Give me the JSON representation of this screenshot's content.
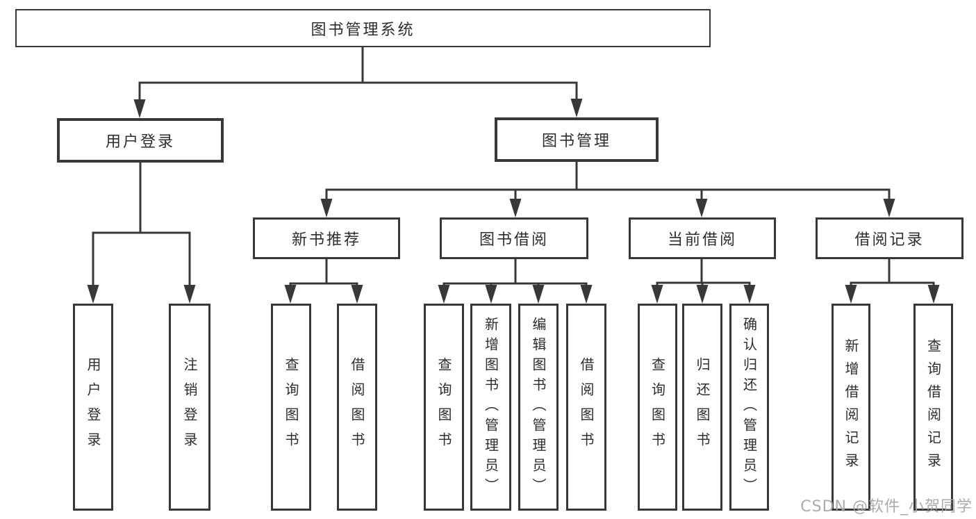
{
  "diagram": {
    "type": "hierarchy-tree",
    "root": {
      "label": "图书管理系统"
    },
    "login_branch": {
      "label": "用户登录",
      "leaves": [
        "用户登录",
        "注销登录"
      ]
    },
    "mgmt_branch": {
      "label": "图书管理",
      "sections": [
        {
          "label": "新书推荐",
          "leaves": [
            "查询图书",
            "借阅图书"
          ]
        },
        {
          "label": "图书借阅",
          "leaves": [
            "查询图书",
            "新增图书（管理员）",
            "编辑图书（管理员）",
            "借阅图书"
          ]
        },
        {
          "label": "当前借阅",
          "leaves": [
            "查询图书",
            "归还图书",
            "确认归还（管理员）"
          ]
        },
        {
          "label": "借阅记录",
          "leaves": [
            "新增借阅记录",
            "查询借阅记录"
          ]
        }
      ]
    },
    "watermark": "CSDN @软件_小贺同学",
    "colors": {
      "line": "#383838",
      "border": "#383838",
      "text": "#2d2d2d",
      "watermark": "#a4a4a4",
      "background": "#ffffff"
    }
  }
}
